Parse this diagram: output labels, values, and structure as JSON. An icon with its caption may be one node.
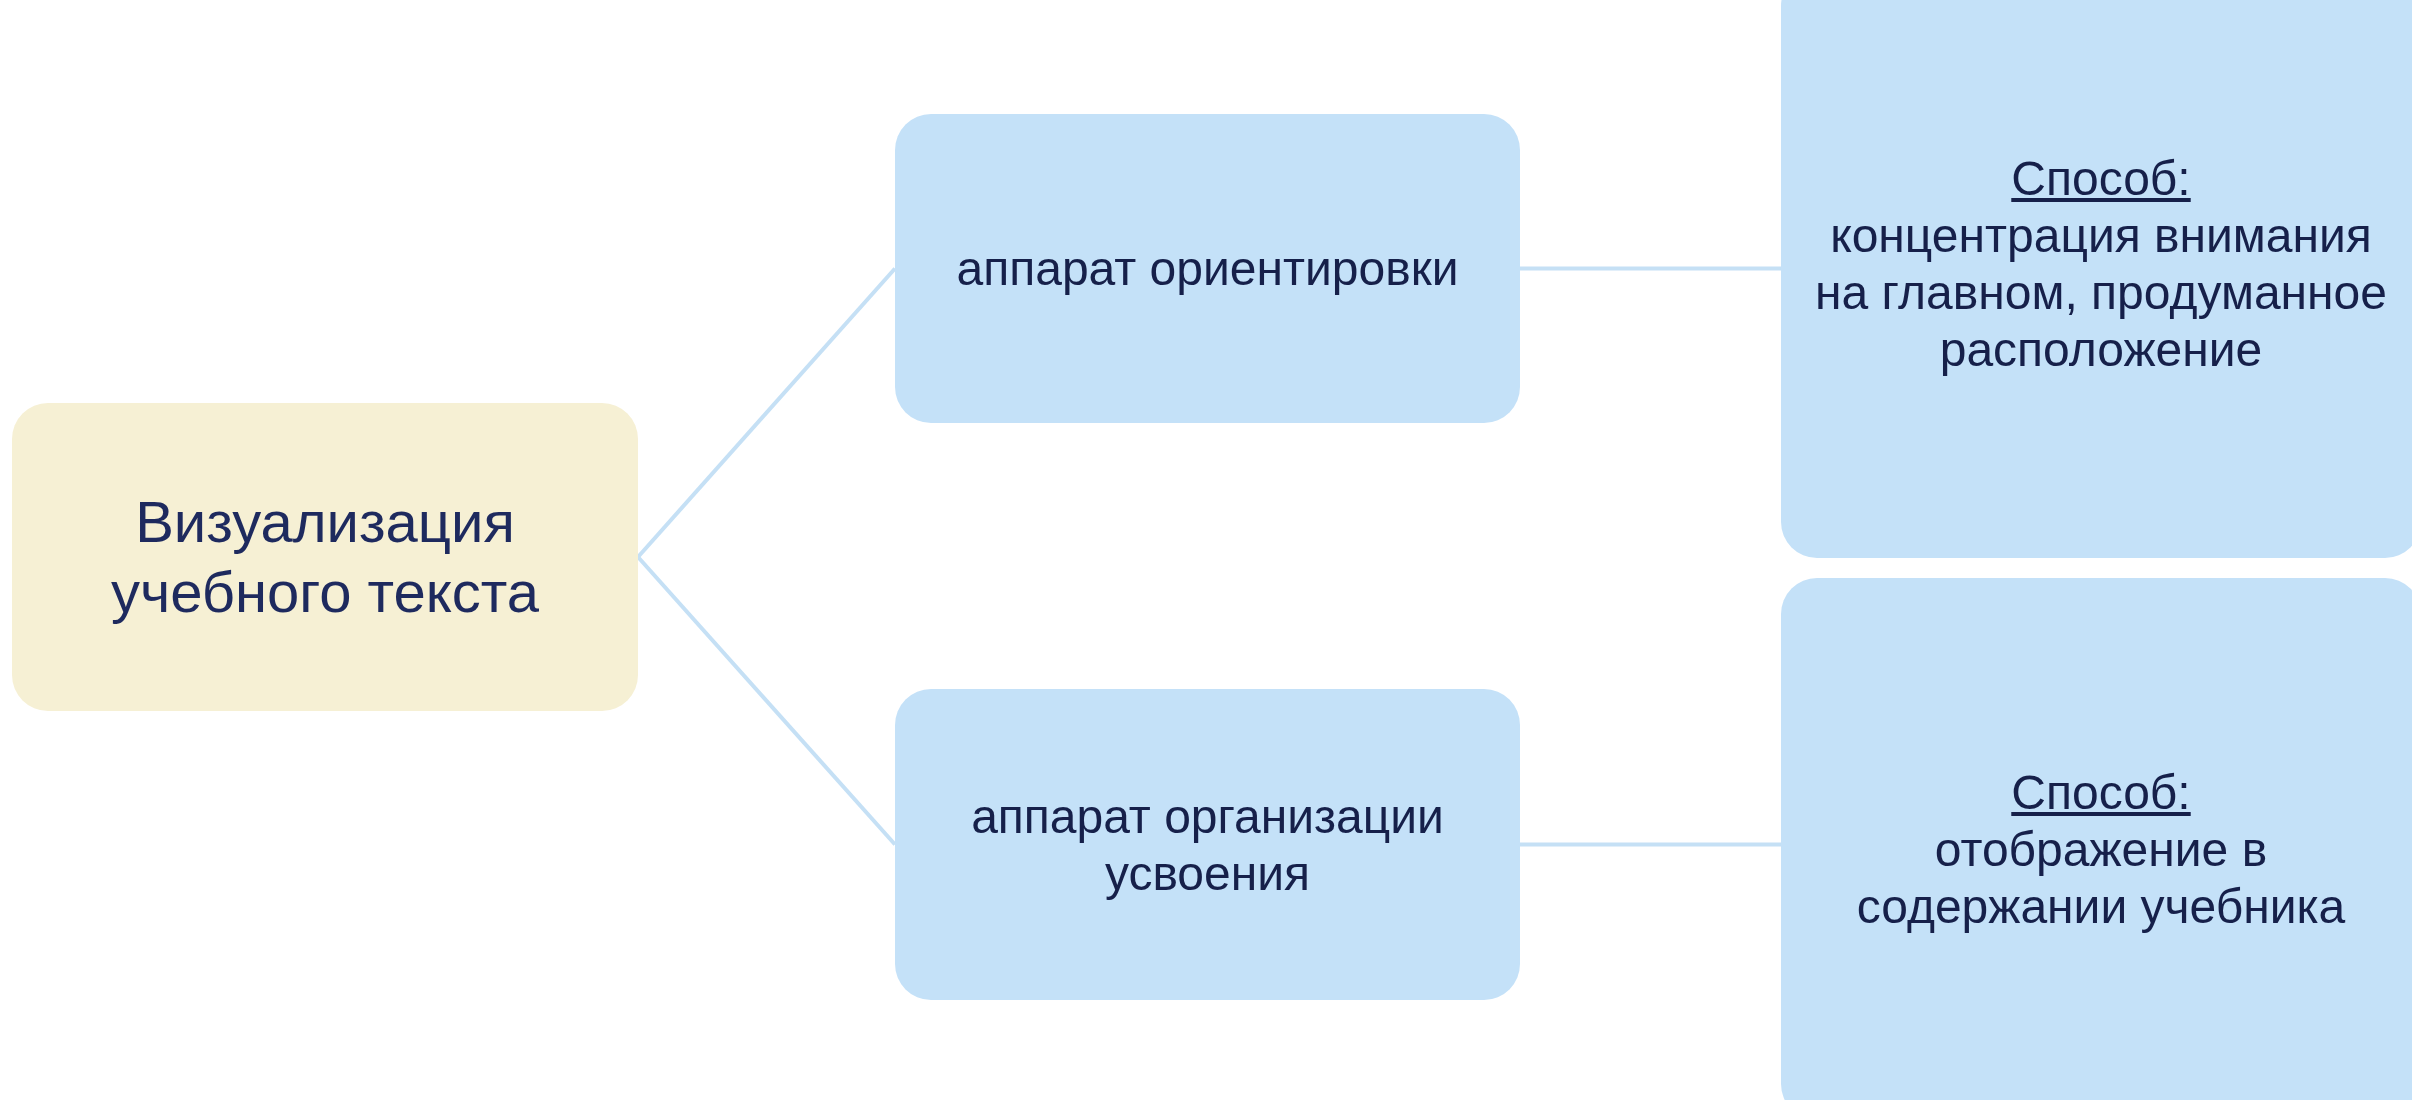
{
  "diagram": {
    "nodes": [
      {
        "text": [
          "Визуализация учебного текста"
        ]
      },
      {
        "text": [
          "аппарат ориентировки"
        ]
      },
      {
        "text": [
          "аппарат организации усвоения"
        ]
      },
      {
        "text": [
          "Способ:",
          "концентрация внимания на главном, продуманное расположение"
        ]
      },
      {
        "text": [
          "Способ:",
          "отображение в содержании учебника"
        ]
      }
    ],
    "edges": [
      {
        "from": 0,
        "to": 1,
        "arrow": "none"
      },
      {
        "from": 0,
        "to": 2,
        "arrow": "none"
      },
      {
        "from": 1,
        "to": 3,
        "arrow": "none"
      },
      {
        "from": 2,
        "to": 4,
        "arrow": "none"
      }
    ]
  }
}
